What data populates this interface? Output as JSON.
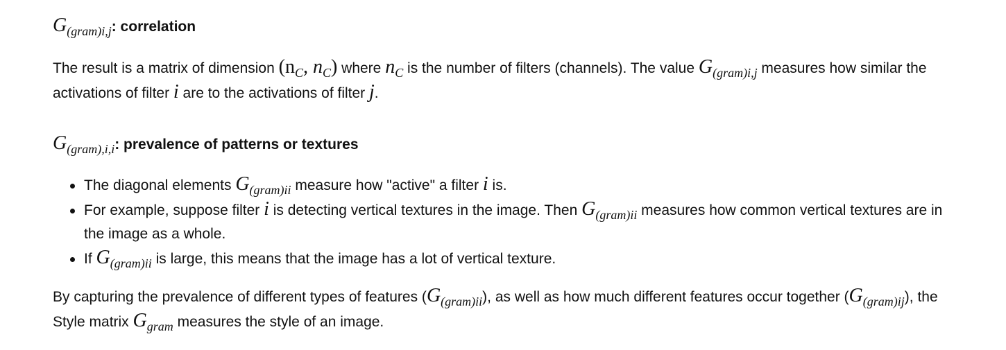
{
  "heading1": {
    "math_base": "G",
    "math_sub": "(gram)i,j",
    "label": ": correlation"
  },
  "para1": {
    "t1": "The result is a matrix of dimension ",
    "m1": "(n",
    "m1_sub": "C",
    "m1_mid": ", n",
    "m1_sub2": "C",
    "m1_end": ")",
    "t2": " where ",
    "m2": "n",
    "m2_sub": "C",
    "t3": " is the number of filters (channels). The value ",
    "m3": "G",
    "m3_sub": "(gram)i,j",
    "t4": " measures how similar the activations of filter ",
    "m4": "i",
    "t5": " are to the activations of filter ",
    "m5": "j",
    "t6": "."
  },
  "heading2": {
    "math_base": "G",
    "math_sub": "(gram),i,i",
    "label": ": prevalence of patterns or textures"
  },
  "bullets": [
    {
      "t1": "The diagonal elements ",
      "m1": "G",
      "m1_sub": "(gram)ii",
      "t2": " measure how \"active\" a filter ",
      "m2": "i",
      "t3": " is."
    },
    {
      "t1": "For example, suppose filter ",
      "m1": "i",
      "t2": " is detecting vertical textures in the image. Then ",
      "m2": "G",
      "m2_sub": "(gram)ii",
      "t3": " measures how common vertical textures are in the image as a whole."
    },
    {
      "t1": "If ",
      "m1": "G",
      "m1_sub": "(gram)ii",
      "t2": " is large, this means that the image has a lot of vertical texture."
    }
  ],
  "para2": {
    "t1": "By capturing the prevalence of different types of features (",
    "m1": "G",
    "m1_sub": "(gram)ii",
    "t2": "), as well as how much different features occur together (",
    "m2": "G",
    "m2_sub": "(gram)ij",
    "t3": "), the Style matrix ",
    "m3": "G",
    "m3_sub": "gram",
    "t4": " measures the style of an image."
  }
}
